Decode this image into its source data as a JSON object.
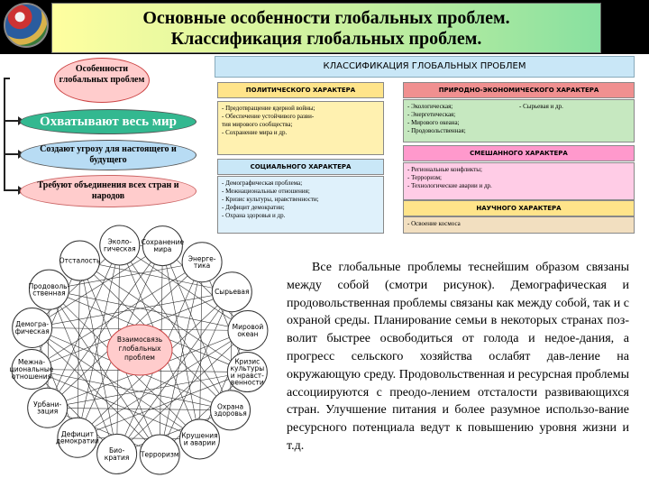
{
  "title": {
    "line1": "Основные особенности глобальных проблем.",
    "line2": "Классификация глобальных проблем."
  },
  "features": {
    "header": "Особенности глобальных проблем",
    "items": [
      "Охватывают весь мир",
      "Создают угрозу для настоящего и будущего",
      "Требуют объединения всех стран и народов"
    ]
  },
  "classification": {
    "header": "КЛАССИФИКАЦИЯ ГЛОБАЛЬНЫХ ПРОБЛЕМ",
    "political": {
      "title": "ПОЛИТИЧЕСКОГО ХАРАКТЕРА",
      "items": [
        "- Предотвращение ядерной войны;",
        "- Обеспечение устойчивого разви-",
        "   тия мирового сообщества;",
        "- Сохранение мира и др."
      ]
    },
    "social": {
      "title": "СОЦИАЛЬНОГО ХАРАКТЕРА",
      "items": [
        "- Демографическая проблема;",
        "- Межнациональные отношения;",
        "- Кризис культуры, нравственности;",
        "- Дефицит демократии;",
        "- Охрана здоровья и др."
      ]
    },
    "natural": {
      "title": "ПРИРОДНО-ЭКОНОМИЧЕСКОГО ХАРАКТЕРА",
      "items": [
        "- Экологическая;",
        "- Энергетическая;",
        "- Мирового океана;",
        "- Продовольственная;"
      ],
      "extra": "- Сырьевая и др."
    },
    "mixed": {
      "title": "СМЕШАННОГО ХАРАКТЕРА",
      "items": [
        "- Региональные конфликты;",
        "- Терроризм;",
        "- Технологические аварии и др."
      ]
    },
    "scientific": {
      "title": "НАУЧНОГО ХАРАКТЕРА",
      "items": [
        "- Освоение космоса"
      ]
    }
  },
  "network": {
    "center": [
      "Взаимосвязь",
      "глобальных",
      "проблем"
    ],
    "nodes": [
      [
        "Сохранение",
        "мира"
      ],
      [
        "Энерге-",
        "тика"
      ],
      [
        "Сырьевая"
      ],
      [
        "Мировой",
        "океан"
      ],
      [
        "Кризис",
        "культуры",
        "и нравст-",
        "венности"
      ],
      [
        "Охрана",
        "здоровья"
      ],
      [
        "Крушения",
        "и аварии"
      ],
      [
        "Терроризм"
      ],
      [
        "Био-",
        "кратия"
      ],
      [
        "Дефицит",
        "демократии"
      ],
      [
        "Урбани-",
        "зация"
      ],
      [
        "Межна-",
        "циональные",
        "отношения"
      ],
      [
        "Демогра-",
        "фическая"
      ],
      [
        "Продоволь-",
        "ственная"
      ],
      [
        "Отсталость"
      ],
      [
        "Эколо-",
        "гическая"
      ]
    ]
  },
  "description": "Все глобальные проблемы теснейшим образом связаны между собой (смотри рисунок). Демографическая и продовольственная проблемы связаны как между собой, так и с охраной среды. Планирование семьи в некоторых странах поз-волит быстрее освободиться от голода и недое-дания, а прогресс сельского хозяйства ослабят дав-ление на окружающую среду. Продовольственная и ресурсная проблемы ассоциируются с преодо-лением отсталости развивающихся стран. Улучшение питания и более разумное использо-вание ресурсного потенциала ведут к повышению уровня жизни и т.д."
}
